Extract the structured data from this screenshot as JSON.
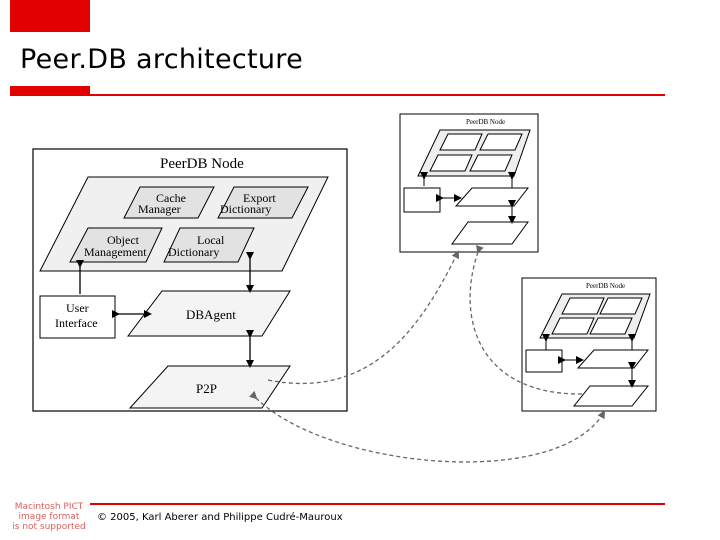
{
  "slide": {
    "title": "Peer.DB architecture",
    "footer": "© 2005, Karl Aberer and Philippe Cudré-Mauroux",
    "pict_placeholder": [
      "Macintosh PICT",
      "image format",
      "is not supported"
    ]
  },
  "colors": {
    "accent": "#e00000"
  },
  "diagram": {
    "main_node": {
      "title": "PeerDB Node",
      "modules": {
        "cache_manager": [
          "Cache",
          "Manager"
        ],
        "export_dictionary": [
          "Export",
          "Dictionary"
        ],
        "object_management": [
          "Object",
          "Management"
        ],
        "local_dictionary": [
          "Local",
          "Dictionary"
        ]
      },
      "user_interface": [
        "User",
        "Interface"
      ],
      "dbagent": "DBAgent",
      "p2p": "P2P"
    },
    "small_node_1": {
      "title": "PeerDB Node"
    },
    "small_node_2": {
      "title": "PeerDB Node"
    }
  }
}
